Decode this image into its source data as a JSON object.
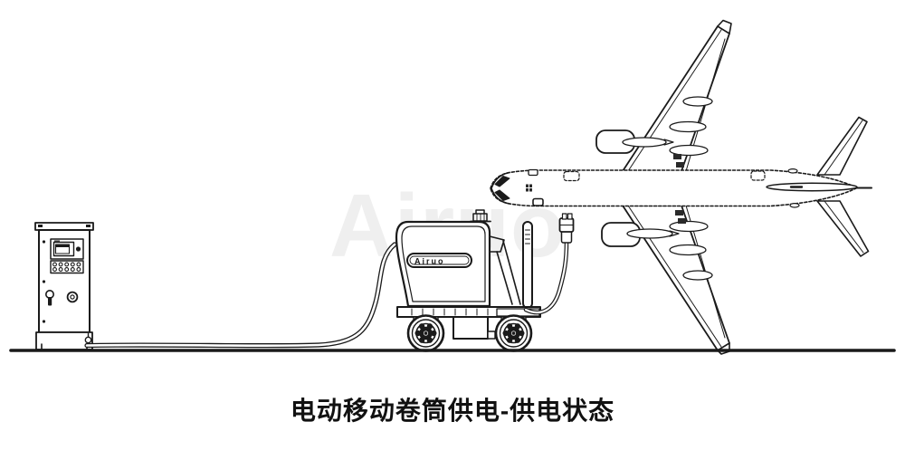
{
  "scene": {
    "background_color": "#ffffff",
    "line_color": "#1a1a1a"
  },
  "watermark": {
    "text": "Airuo",
    "color": "#efefef"
  },
  "cart": {
    "brand_label": "Airuo"
  },
  "caption": {
    "text": "电动移动卷筒供电-供电状态",
    "color": "#111111"
  }
}
